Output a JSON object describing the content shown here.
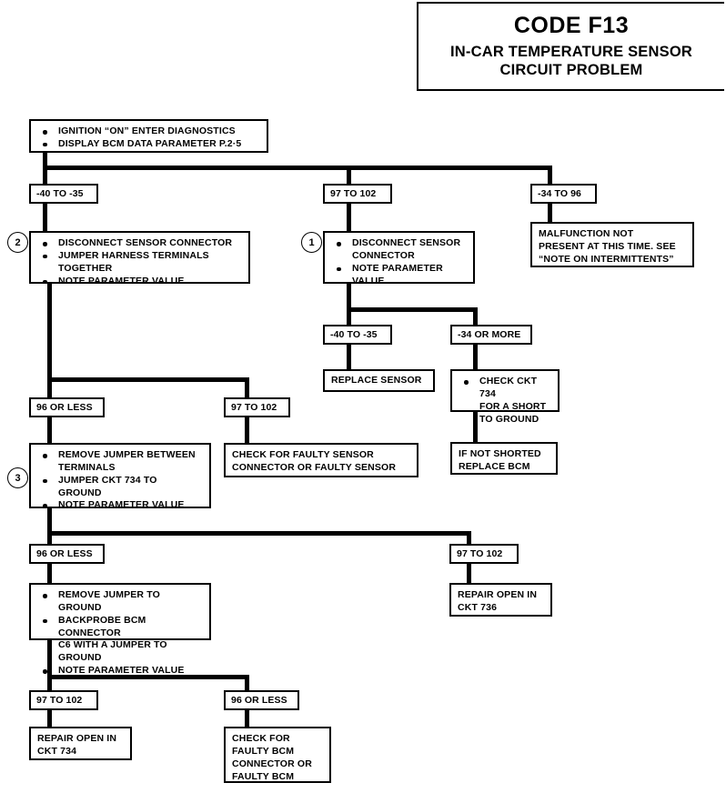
{
  "title": {
    "code": "CODE F13",
    "subtitle": "IN-CAR TEMPERATURE SENSOR\nCIRCUIT PROBLEM"
  },
  "chart_data": {
    "type": "diagram",
    "diagram_kind": "troubleshooting-flowchart",
    "title": "CODE F13 — IN-CAR TEMPERATURE SENSOR CIRCUIT PROBLEM"
  },
  "nodes": {
    "start": {
      "items": [
        "IGNITION “ON”   ENTER DIAGNOSTICS",
        "DISPLAY BCM DATA PARAMETER P.2·5"
      ]
    },
    "branch1_left": {
      "label": "-40 TO -35"
    },
    "branch1_mid": {
      "label": "97 TO 102"
    },
    "branch1_right": {
      "label": "-34 TO 96"
    },
    "step2": {
      "number": "2",
      "items": [
        "DISCONNECT SENSOR CONNECTOR",
        "JUMPER HARNESS TERMINALS\nTOGETHER",
        "NOTE PARAMETER VALUE"
      ]
    },
    "step1": {
      "number": "1",
      "items": [
        "DISCONNECT SENSOR\nCONNECTOR",
        "NOTE PARAMETER\nVALUE"
      ]
    },
    "malfunction": {
      "text": "MALFUNCTION NOT\nPRESENT AT THIS TIME.  SEE\n“NOTE ON INTERMITTENTS”"
    },
    "branch2_left": {
      "label": "-40 TO -35"
    },
    "branch2_right": {
      "label": "-34 OR MORE"
    },
    "replace_sensor": {
      "text": "REPLACE SENSOR"
    },
    "check_ckt734": {
      "items": [
        "CHECK CKT 734\nFOR A SHORT\nTO GROUND"
      ]
    },
    "if_not_shorted": {
      "text": "IF NOT SHORTED\nREPLACE BCM"
    },
    "branch3_left": {
      "label": "96 OR LESS"
    },
    "branch3_right": {
      "label": "97 TO 102"
    },
    "step3": {
      "number": "3",
      "items": [
        "REMOVE JUMPER BETWEEN\nTERMINALS",
        "JUMPER CKT 734 TO\nGROUND",
        "NOTE PARAMETER VALUE"
      ]
    },
    "check_faulty_sensor": {
      "text": "CHECK FOR FAULTY SENSOR\nCONNECTOR OR FAULTY SENSOR"
    },
    "branch4_left": {
      "label": "96 OR LESS"
    },
    "branch4_right": {
      "label": "97 TO 102"
    },
    "repair_736": {
      "text": "REPAIR OPEN IN\nCKT 736"
    },
    "backprobe": {
      "items": [
        "REMOVE JUMPER TO GROUND",
        "BACKPROBE BCM CONNECTOR\nC6 WITH A JUMPER TO GROUND",
        "NOTE PARAMETER VALUE"
      ]
    },
    "branch5_left": {
      "label": "97 TO 102"
    },
    "branch5_right": {
      "label": "96 OR LESS"
    },
    "repair_734": {
      "text": "REPAIR OPEN IN\nCKT 734"
    },
    "check_faulty_bcm": {
      "text": "CHECK FOR\nFAULTY BCM\nCONNECTOR OR\nFAULTY BCM"
    }
  }
}
